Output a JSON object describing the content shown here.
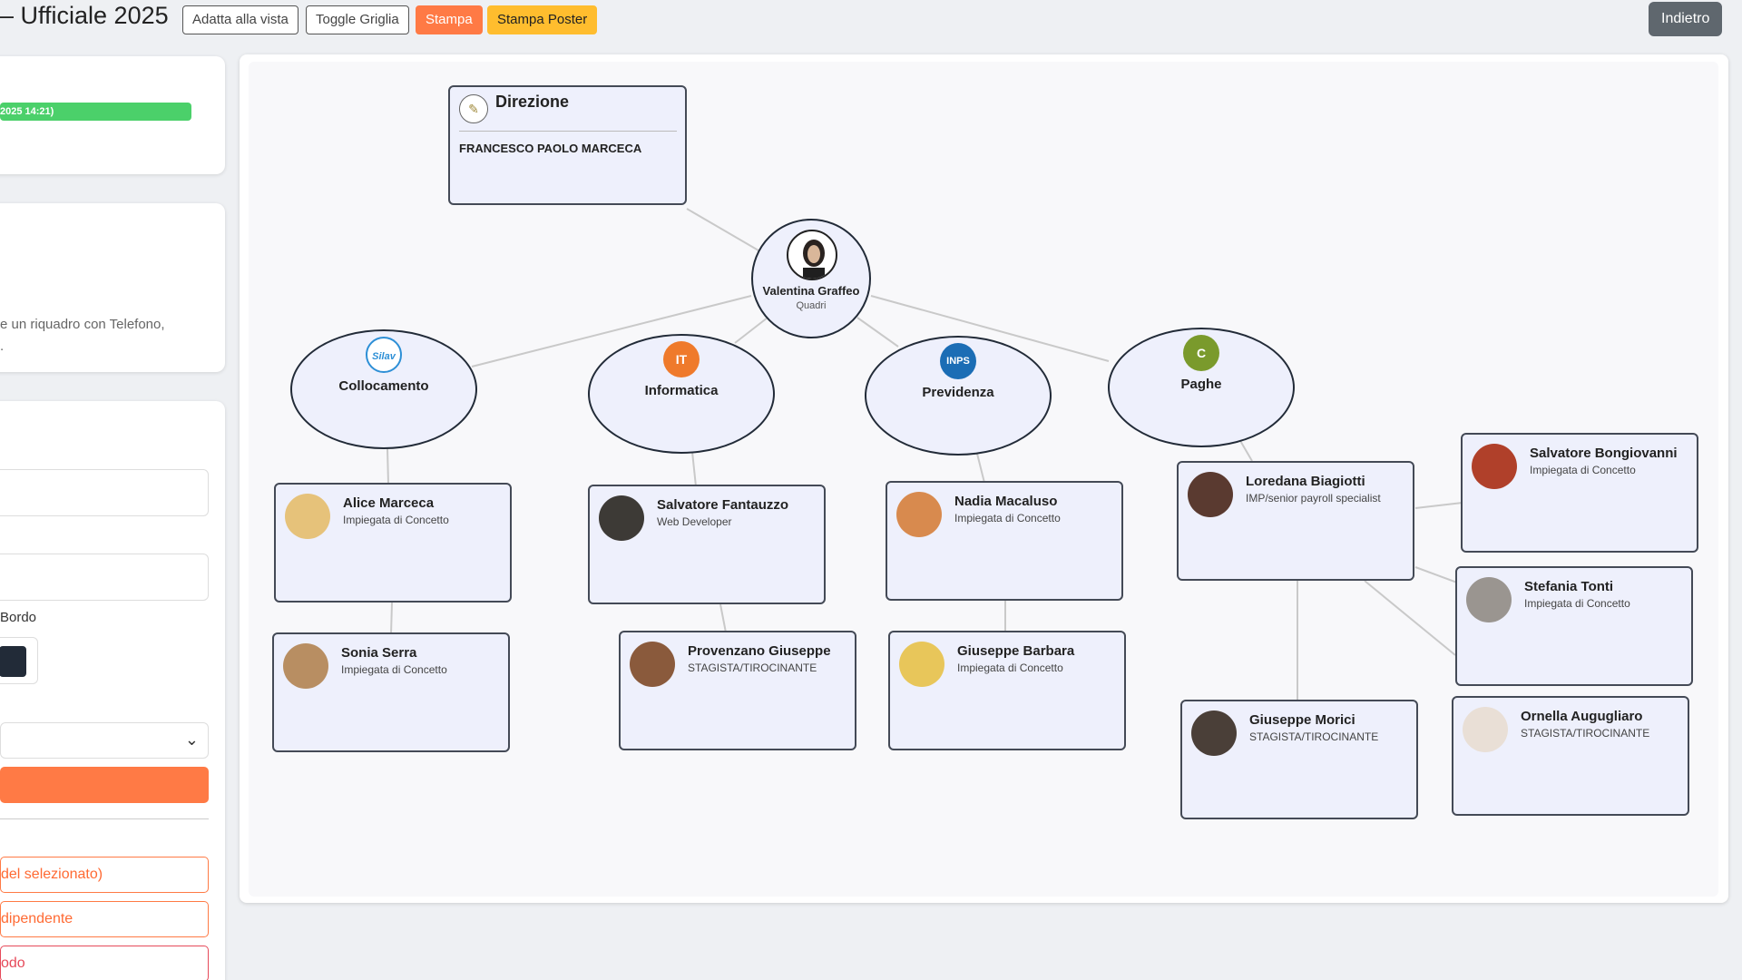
{
  "page": {
    "title": "– Ufficiale 2025"
  },
  "toolbar": {
    "fit_label": "Adatta alla vista",
    "grid_label": "Toggle Griglia",
    "print_label": "Stampa",
    "poster_label": "Stampa Poster",
    "back_label": "Indietro"
  },
  "sidebar": {
    "progress_text": "2025 14:21)",
    "help_line1": "e un riquadro con Telefono,",
    "help_line2": ".",
    "border_label": "Bordo",
    "border_color": "#222b38",
    "btn_remove_selected": "del selezionato)",
    "btn_employee": "dipendente",
    "btn_node": "odo"
  },
  "chart": {
    "direction": {
      "title": "Direzione",
      "person": "FRANCESCO PAOLO MARCECA"
    },
    "center": {
      "name": "Valentina Graffeo",
      "role": "Quadri"
    },
    "departments": [
      {
        "label": "Collocamento",
        "logo_text": "Silav",
        "logo_color": "#2d8fd6"
      },
      {
        "label": "Informatica",
        "logo_text": "IT",
        "logo_color": "#ef7a2b"
      },
      {
        "label": "Previdenza",
        "logo_text": "INPS",
        "logo_color": "#1b6db5"
      },
      {
        "label": "Paghe",
        "logo_text": "C",
        "logo_color": "#7a9a2c"
      }
    ],
    "employees": [
      {
        "name": "Alice Marceca",
        "role": "Impiegata di Concetto"
      },
      {
        "name": "Sonia Serra",
        "role": "Impiegata di Concetto"
      },
      {
        "name": "Salvatore Fantauzzo",
        "role": "Web Developer"
      },
      {
        "name": "Provenzano Giuseppe",
        "role": "STAGISTA/TIROCINANTE"
      },
      {
        "name": "Nadia Macaluso",
        "role": "Impiegata di Concetto"
      },
      {
        "name": "Giuseppe Barbara",
        "role": "Impiegata di Concetto"
      },
      {
        "name": "Loredana Biagiotti",
        "role": "IMP/senior payroll specialist"
      },
      {
        "name": "Giuseppe Morici",
        "role": "STAGISTA/TIROCINANTE"
      },
      {
        "name": "Salvatore Bongiovanni",
        "role": "Impiegata di Concetto"
      },
      {
        "name": "Stefania Tonti",
        "role": "Impiegata di Concetto"
      },
      {
        "name": "Ornella Augugliaro",
        "role": "STAGISTA/TIROCINANTE"
      }
    ]
  }
}
